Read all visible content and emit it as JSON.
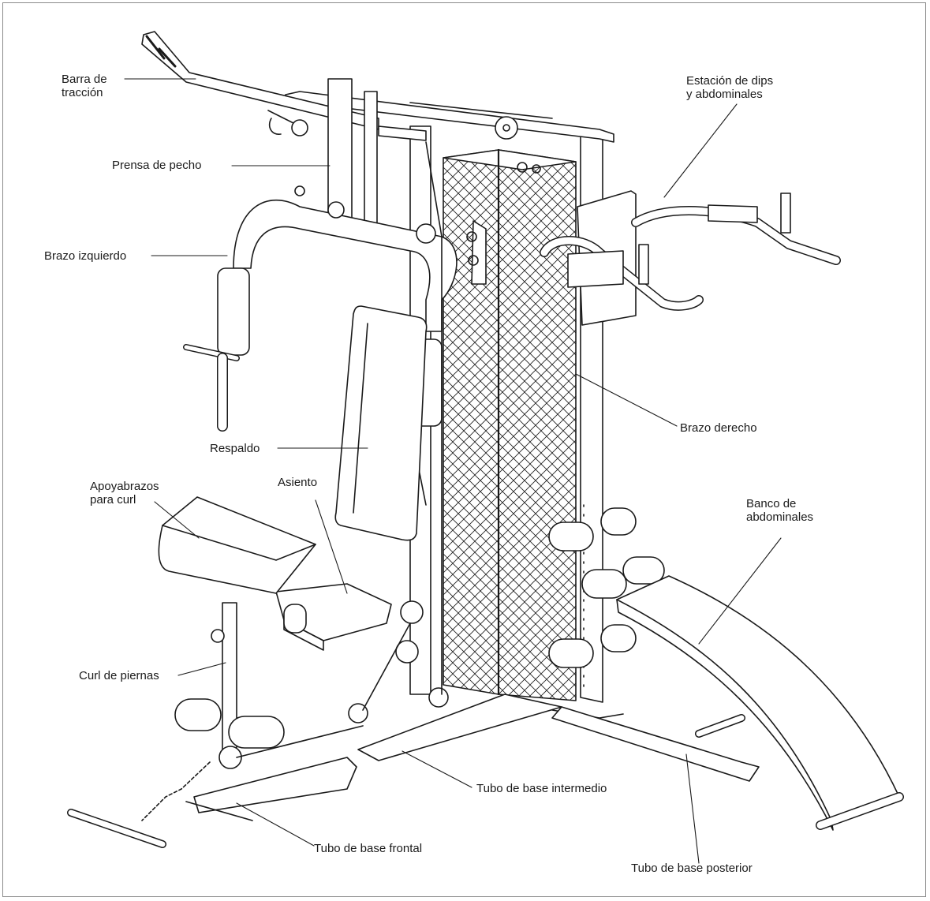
{
  "labels": {
    "pull_bar": "Barra de\ntracción",
    "chest_press": "Prensa de pecho",
    "left_arm": "Brazo izquierdo",
    "backrest": "Respaldo",
    "curl_pad": "Apoyabrazos\npara curl",
    "seat": "Asiento",
    "leg_curl": "Curl de piernas",
    "front_base": "Tubo de base frontal",
    "middle_base": "Tubo de base intermedio",
    "rear_base": "Tubo de base posterior",
    "ab_bench": "Banco de\nabdominales",
    "right_arm": "Brazo derecho",
    "dip_station": "Estación de dips\ny abdominales"
  },
  "colors": {
    "line": "#1a1a1a",
    "frame": "#8a8a8a",
    "background": "#ffffff"
  }
}
